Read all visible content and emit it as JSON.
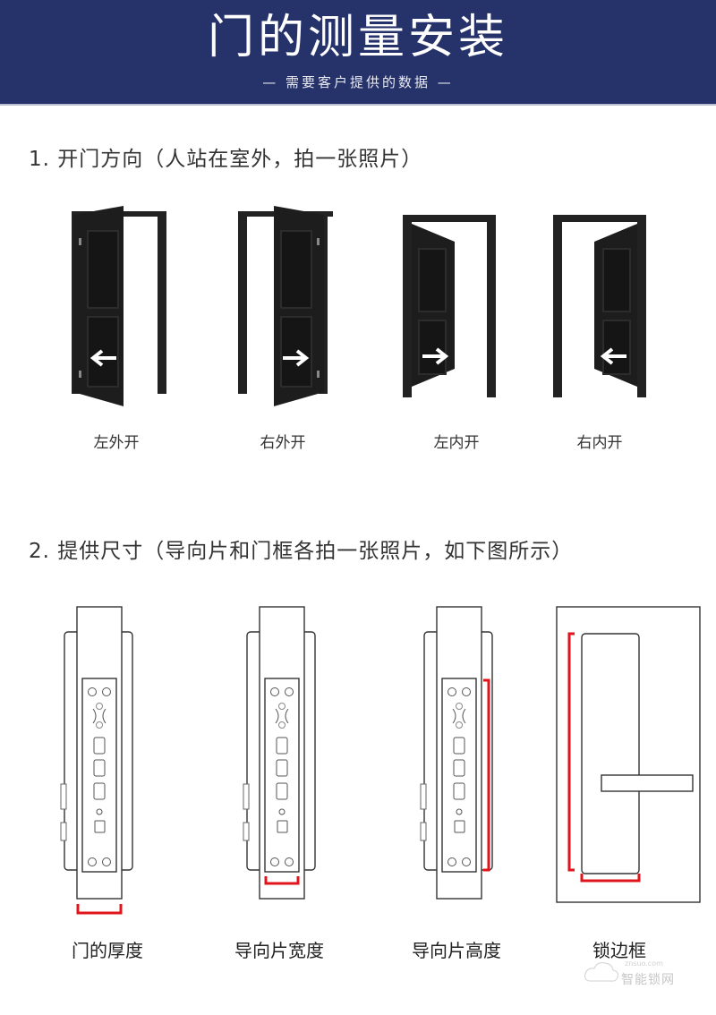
{
  "header": {
    "title": "门的测量安装",
    "subtitle": "— 需要客户提供的数据 —",
    "background_color": "#26336b"
  },
  "section1": {
    "title": "1. 开门方向（人站在室外，拍一张照片）",
    "doors": [
      {
        "label": "左外开",
        "arrow": "left",
        "type": "outward-left"
      },
      {
        "label": "右外开",
        "arrow": "right",
        "type": "outward-right"
      },
      {
        "label": "左内开",
        "arrow": "right",
        "type": "inward-left"
      },
      {
        "label": "右内开",
        "arrow": "left",
        "type": "inward-right"
      }
    ]
  },
  "section2": {
    "title": "2. 提供尺寸（导向片和门框各拍一张照片，如下图所示）",
    "diagrams": [
      {
        "label": "门的厚度"
      },
      {
        "label": "导向片宽度"
      },
      {
        "label": "导向片高度"
      },
      {
        "label": "锁边框"
      }
    ],
    "highlight_color": "#e0141b"
  },
  "watermark": {
    "text": "智能锁网",
    "url": "znsuo.com"
  }
}
